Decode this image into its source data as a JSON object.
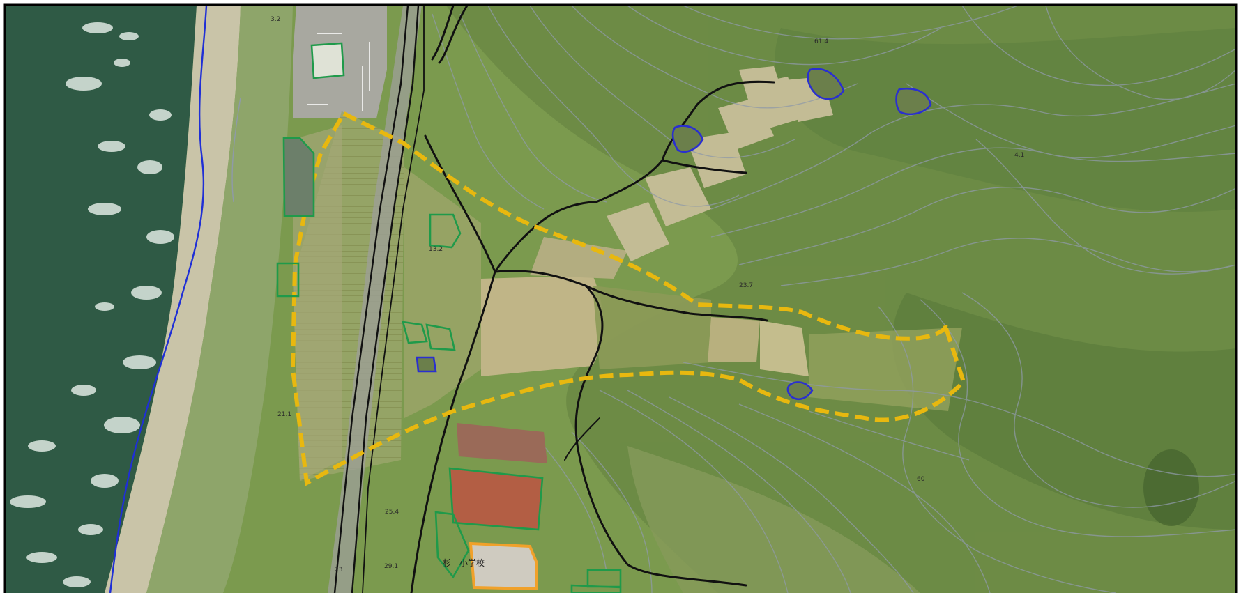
{
  "map": {
    "colors": {
      "sea": "#2f5a45",
      "surf": "#d9e6de",
      "beach": "#c8c2a8",
      "vegetation": "#7f9a52",
      "forest": "#6f8b47",
      "field": "#b6ae7c",
      "road": "#111111",
      "contour": "#8f9aa8",
      "building_outline": "#1f9a4a",
      "pond_outline": "#2a2fd0",
      "boundary_dash": "#e8b80f",
      "school_outline": "#f0a12a",
      "coastline": "#1f2fd6"
    },
    "labels": {
      "elev_1": "3.2",
      "elev_2": "23.7",
      "elev_3": "13.2",
      "elev_4": "21.1",
      "elev_5": "25.4",
      "elev_6": "29.1",
      "elev_7": "23",
      "elev_8": "61.4",
      "elev_9": "60",
      "elev_10": "4.1",
      "school": "杉　小学校"
    }
  }
}
